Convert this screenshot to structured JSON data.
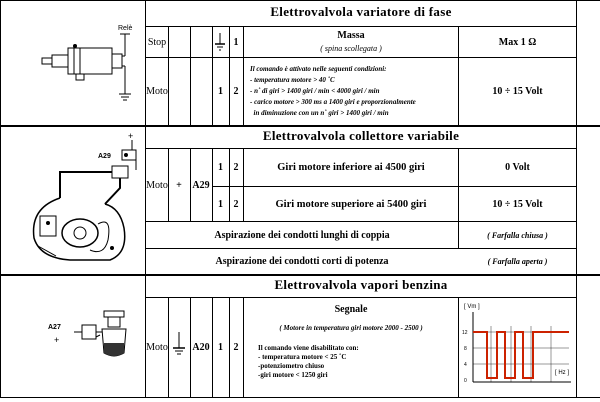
{
  "section1": {
    "title": "Elettrovalvola variatore di fase",
    "rele_label": "Relè",
    "row1": {
      "type": "Stop",
      "pin1": "1",
      "name": "Massa",
      "note": "( spina scollegata )",
      "value": "Max  1 Ω"
    },
    "row2": {
      "type": "Moto",
      "pin1": "1",
      "pin2": "2",
      "conditions": [
        "Il comando è attivato nelle seguenti condizioni:",
        "- temperatura motore > 40 ˚C",
        "- n˚ di giri > 1400 giri / min  < 4000 giri / min",
        "- carico motore > 300 ms a 1400 giri e proporzionalmente",
        "  in diminuzione con un n˚ giri > 1400 giri / min"
      ],
      "value": "10  ÷  15  Volt"
    }
  },
  "section2": {
    "title": "Elettrovalvola collettore variabile",
    "connector": "A29",
    "plus": "+",
    "type": "Moto",
    "sign": "+",
    "rows": [
      {
        "pin1": "1",
        "pin2": "2",
        "desc": "Giri motore inferiore ai 4500 giri",
        "value": "0 Volt"
      },
      {
        "pin1": "1",
        "pin2": "2",
        "desc": "Giri motore superiore ai 5400 giri",
        "value": "10  ÷  15  Volt"
      }
    ],
    "asp_rows": [
      {
        "desc": "Aspirazione dei condotti lunghi di coppia",
        "value": "( Farfalla chiusa )"
      },
      {
        "desc": "Aspirazione dei condotti corti di potenza",
        "value": "( Farfalla aperta )"
      }
    ]
  },
  "section3": {
    "title": "Elettrovalvola vapori benzina",
    "connector": "A27",
    "plus": "+",
    "type": "Moto",
    "pin_conn": "A20",
    "pin1": "1",
    "pin2": "2",
    "signal_title": "Segnale",
    "signal_sub": "( Motore in temperatura giri motore 2000 - 2500 )",
    "disable_lines": [
      "Il comando viene disabilitato con:",
      "- temperatura motore < 25 ˚C",
      "-potenziometro chiuso",
      "-giri motore < 1250 giri"
    ],
    "scope": {
      "y_unit": "[ Vm ]",
      "x_unit": "[ Hz ]",
      "ticks": [
        "12",
        "8",
        "4",
        "0"
      ]
    }
  },
  "colors": {
    "signal": "#cc2200",
    "grid": "#000000"
  }
}
